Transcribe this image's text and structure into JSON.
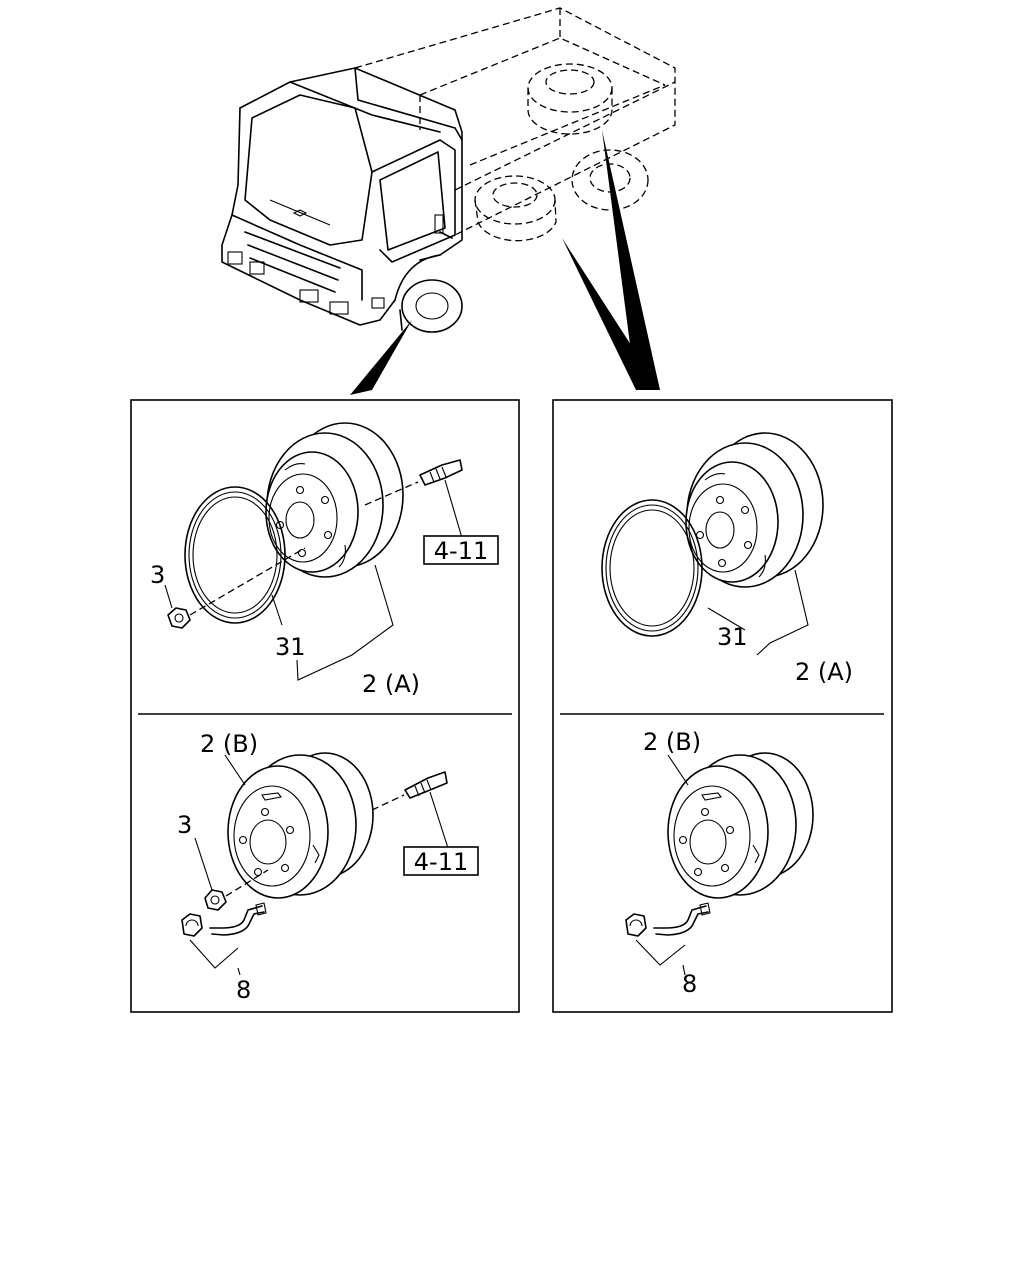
{
  "labels": {
    "part_3": "3",
    "part_31": "31",
    "part_2a": "2 (A)",
    "part_2b": "2 (B)",
    "part_8": "8",
    "ref_4_11": "4-11"
  }
}
